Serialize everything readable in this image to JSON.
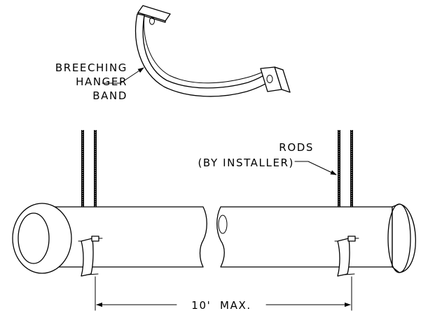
{
  "labels": {
    "band_line1": "BREECHING",
    "band_line2": "HANGER",
    "band_line3": "BAND",
    "rods_line1": "RODS",
    "rods_line2": "(BY INSTALLER)",
    "spacing": "10'  MAX."
  },
  "colors": {
    "line": "#000000",
    "background": "#ffffff"
  }
}
